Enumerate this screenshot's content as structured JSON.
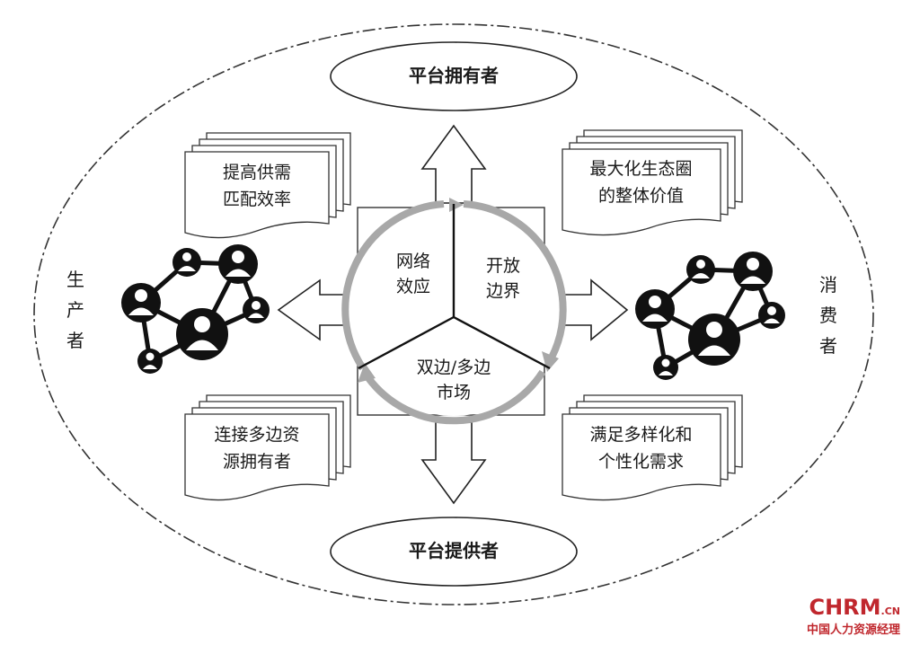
{
  "platform_owner": "平台拥有者",
  "platform_provider": "平台提供者",
  "producer": [
    "生",
    "产",
    "者"
  ],
  "consumer": [
    "消",
    "费",
    "者"
  ],
  "center": {
    "network_effect": [
      "网络",
      "效应"
    ],
    "open_boundary": [
      "开放",
      "边界"
    ],
    "multi_sided_market": [
      "双边/多边",
      "市场"
    ]
  },
  "documents": {
    "top_left": [
      "提高供需",
      "匹配效率"
    ],
    "top_right": [
      "最大化生态圈",
      "的整体价值"
    ],
    "bottom_left": [
      "连接多边资",
      "源拥有者"
    ],
    "bottom_right": [
      "满足多样化和",
      "个性化需求"
    ]
  },
  "watermark": {
    "brand": "CHRM",
    "suffix": ".CN",
    "subtitle": "中国人力资源经理"
  },
  "icons": {
    "producer_network": "people-network-icon",
    "consumer_network": "people-network-icon"
  },
  "colors": {
    "ink": "#1a1a1a",
    "cycle_gray": "#a8a8a8",
    "brand_red": "#c0272d"
  }
}
